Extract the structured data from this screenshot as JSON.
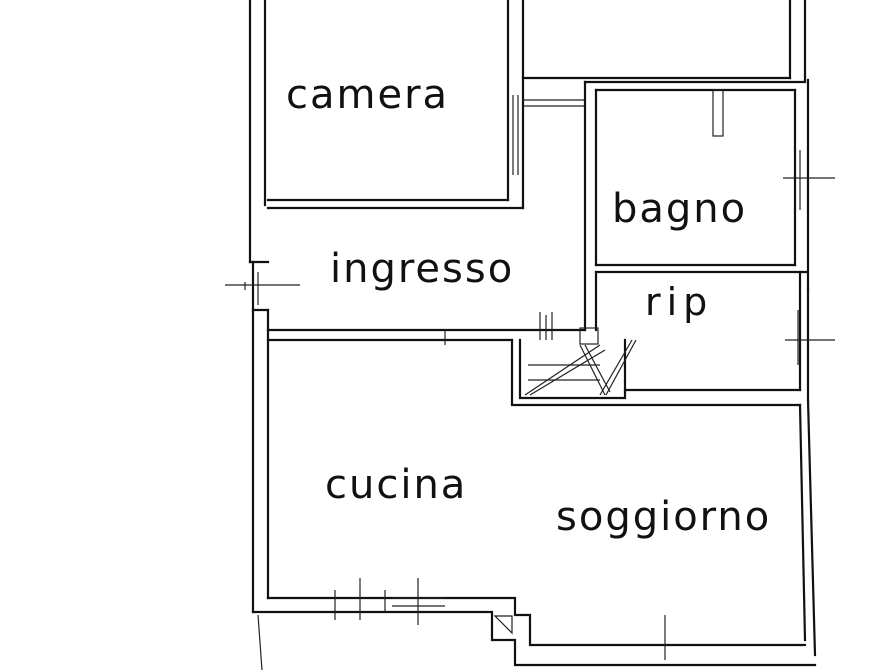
{
  "floor_plan": {
    "rooms": [
      {
        "id": "camera",
        "label": "camera"
      },
      {
        "id": "bagno",
        "label": "bagno"
      },
      {
        "id": "ingresso",
        "label": "ingresso"
      },
      {
        "id": "rip",
        "label": "rip"
      },
      {
        "id": "cucina",
        "label": "cucina"
      },
      {
        "id": "soggiorno",
        "label": "soggiorno"
      }
    ]
  }
}
